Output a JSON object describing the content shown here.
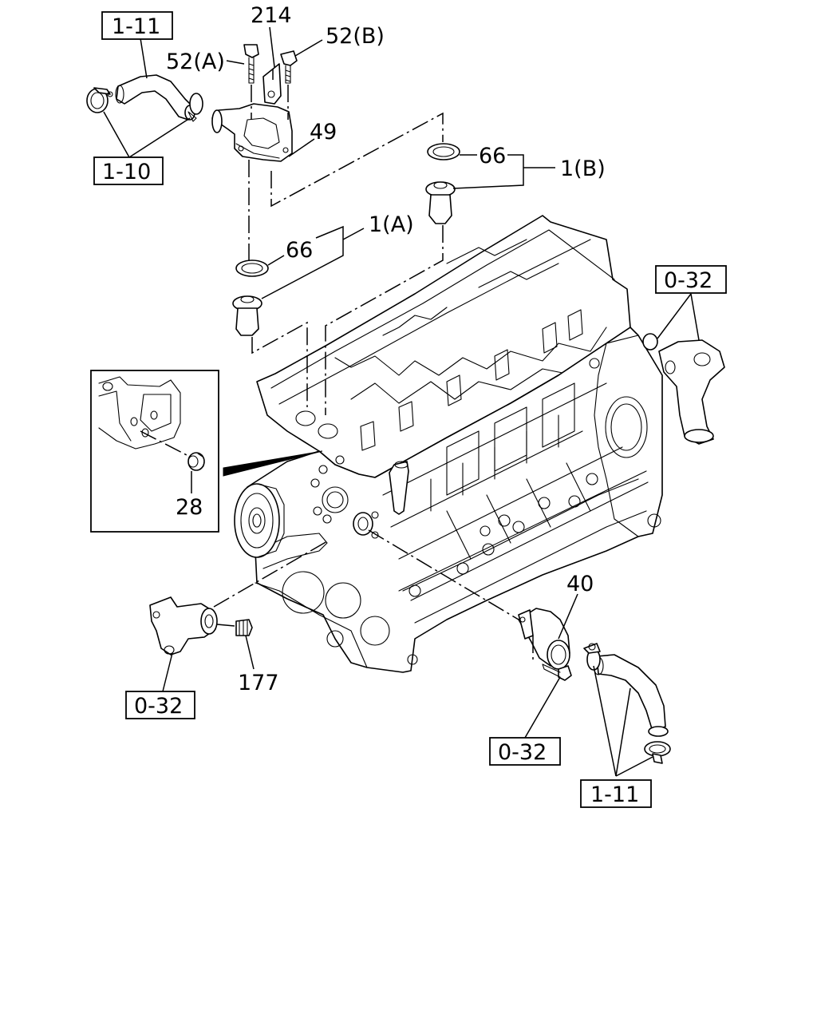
{
  "callouts": {
    "c214": "214",
    "c52a": "52(A)",
    "c52b": "52(B)",
    "c49": "49",
    "c66_top": "66",
    "c1b": "1(B)",
    "c66_mid": "66",
    "c1a": "1(A)",
    "c28": "28",
    "c40": "40",
    "c177": "177"
  },
  "references": {
    "r1_11_top": "1-11",
    "r1_10": "1-10",
    "r0_32_right": "0-32",
    "r0_32_left": "0-32",
    "r0_32_bottom": "0-32",
    "r1_11_bottom": "1-11"
  }
}
